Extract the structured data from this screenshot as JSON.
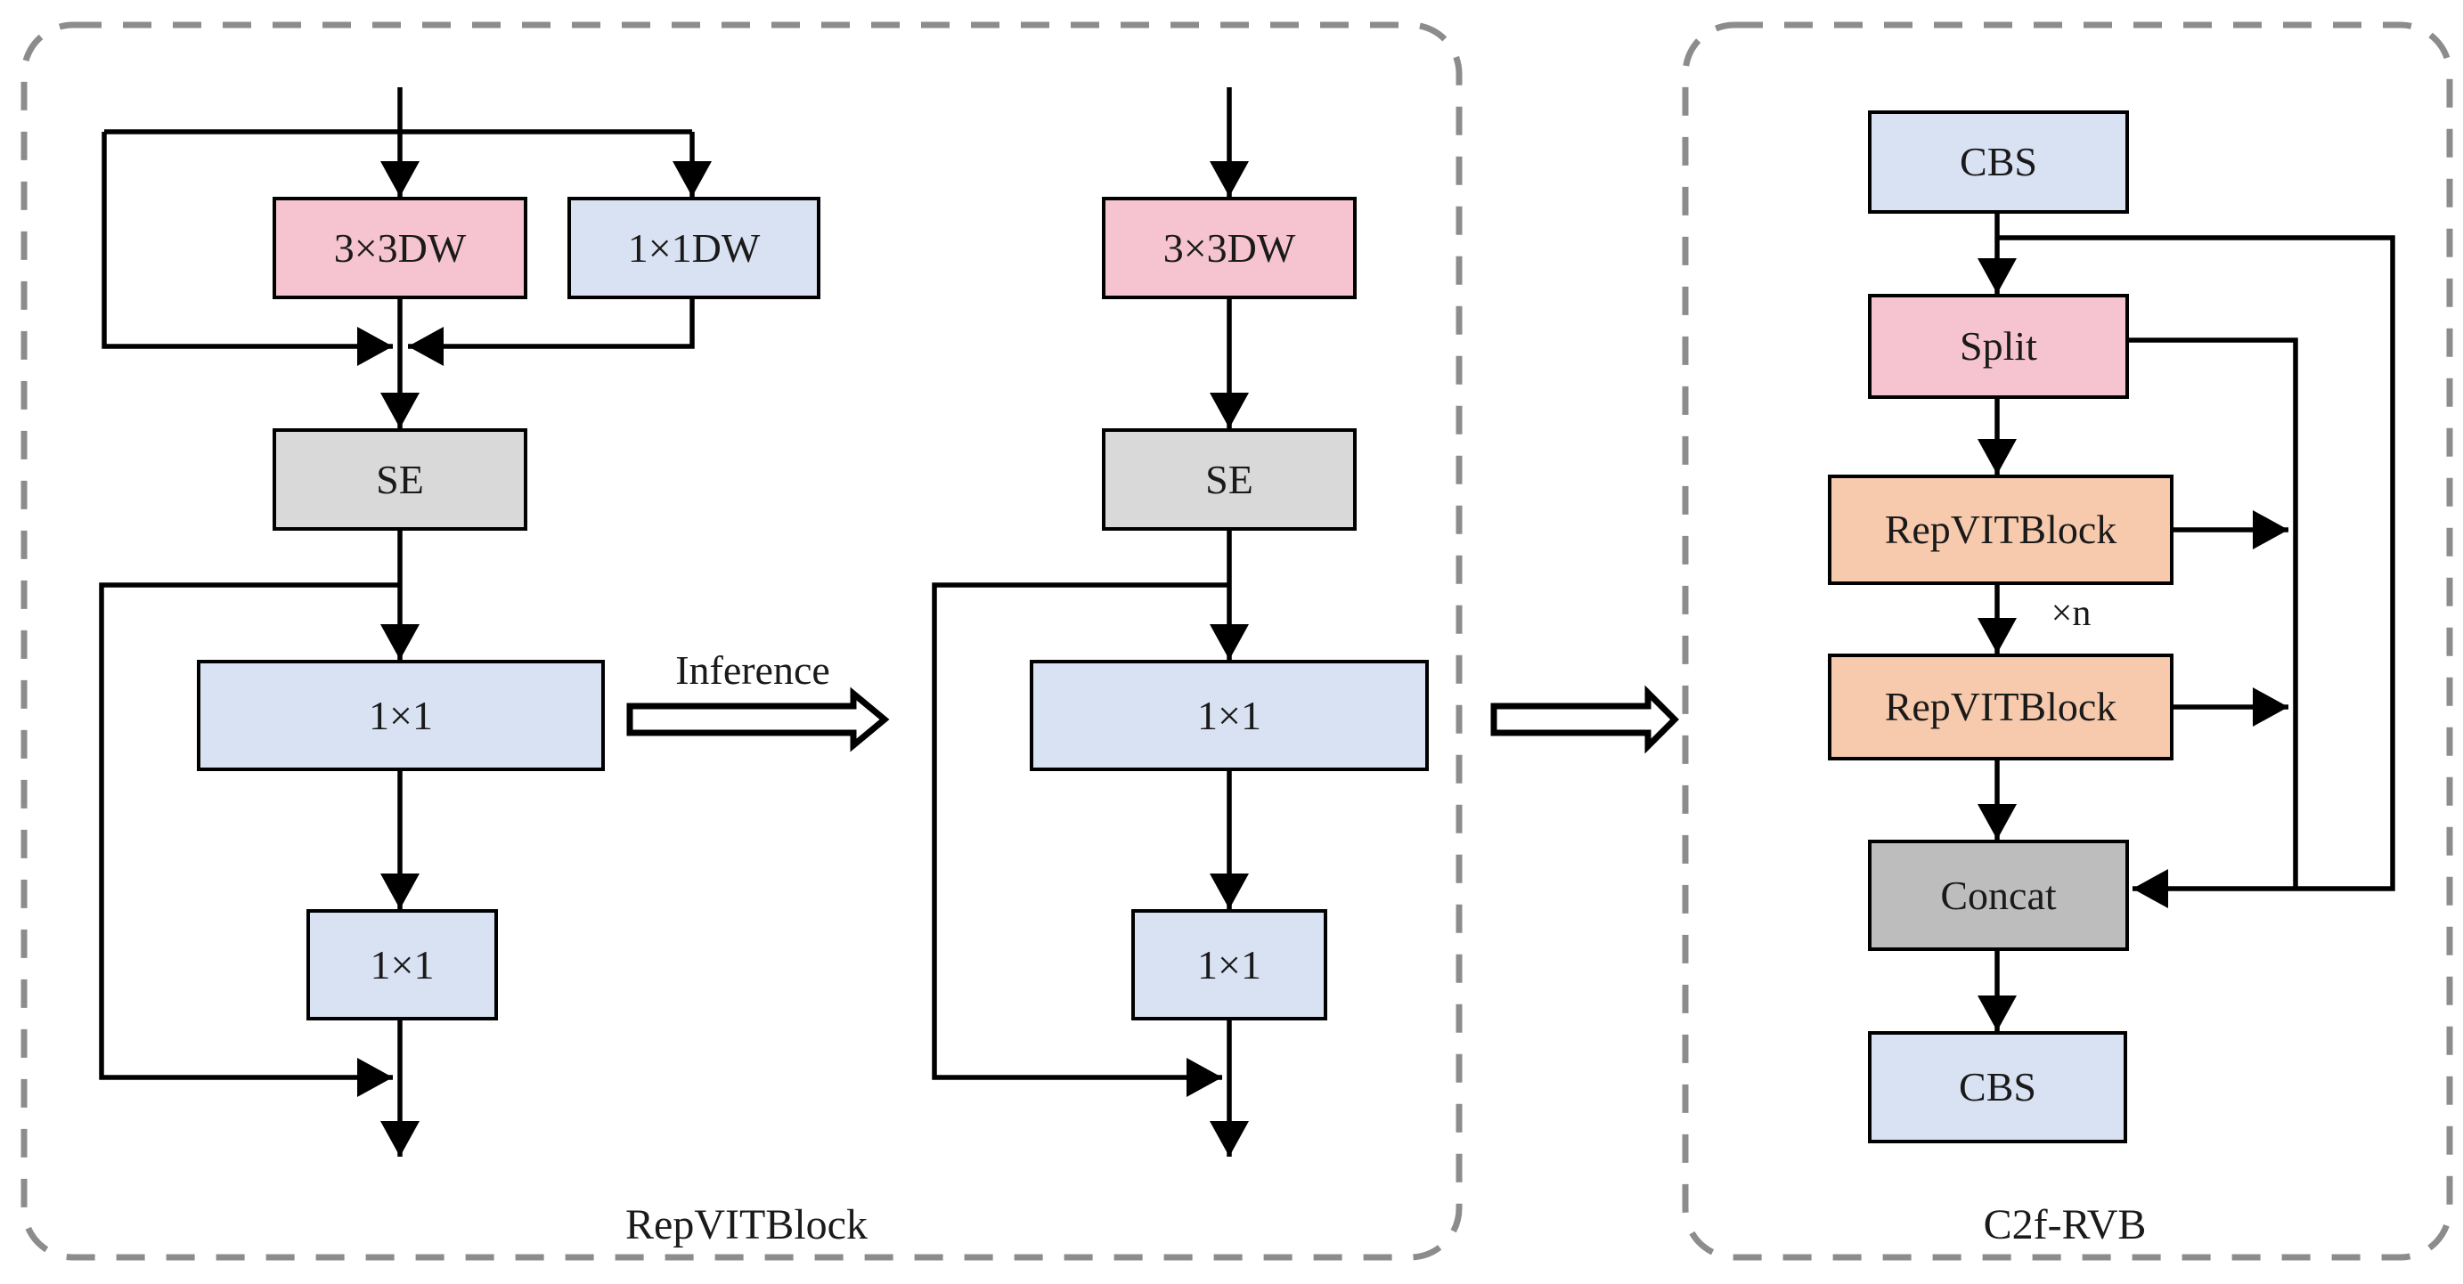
{
  "diagram": {
    "left_panel": {
      "label": "RepVITBlock",
      "train_branch": {
        "dw3": "3×3DW",
        "dw1": "1×1DW",
        "se": "SE",
        "pw_wide": "1×1",
        "pw_small": "1×1"
      },
      "inference_branch": {
        "dw3": "3×3DW",
        "se": "SE",
        "pw_wide": "1×1",
        "pw_small": "1×1"
      },
      "inference_label": "Inference"
    },
    "right_panel": {
      "label": "C2f-RVB",
      "cbs_top": "CBS",
      "split": "Split",
      "rvb1": "RepVITBlock",
      "repeat": "×n",
      "rvb2": "RepVITBlock",
      "concat": "Concat",
      "cbs_bottom": "CBS"
    },
    "colors": {
      "pink": "#F6C3D0",
      "blue": "#D9E2F2",
      "gray": "#D9D9D9",
      "orange": "#F7CAAD",
      "dark_gray": "#BDBDBD",
      "line": "#000000",
      "border": "#8C8C8C",
      "text": "#1A1A1A",
      "arrow_fill": "#FFFFFF",
      "background": "#FFFFFF"
    }
  }
}
